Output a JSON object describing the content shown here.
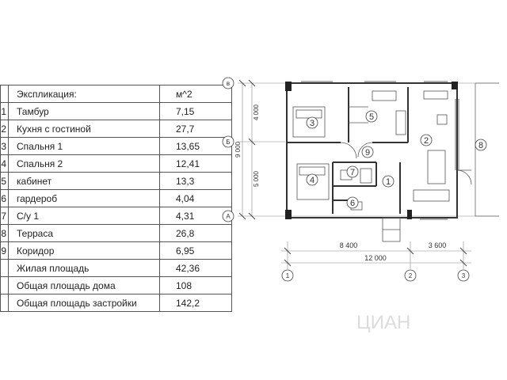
{
  "table": {
    "header": {
      "name": "Экспликация:",
      "unit": "м^2"
    },
    "rows": [
      {
        "num": "1",
        "name": "Тамбур",
        "value": "7,15"
      },
      {
        "num": "2",
        "name": "Кухня с гостиной",
        "value": "27,7"
      },
      {
        "num": "3",
        "name": "Спальня 1",
        "value": "13,65"
      },
      {
        "num": "4",
        "name": "Спальня 2",
        "value": "12,41"
      },
      {
        "num": "5",
        "name": "кабинет",
        "value": "13,3"
      },
      {
        "num": "6",
        "name": "гардероб",
        "value": "4,04"
      },
      {
        "num": "7",
        "name": "С/у 1",
        "value": "4,31"
      },
      {
        "num": "8",
        "name": "Терраса",
        "value": "26,8"
      },
      {
        "num": "9",
        "name": "Коридор",
        "value": "6,95"
      }
    ],
    "totals": [
      {
        "name": "Жилая площадь",
        "value": "42,36"
      },
      {
        "name": "Общая площадь дома",
        "value": "108"
      },
      {
        "name": "Общая площадь застройки",
        "value": "142,2"
      }
    ]
  },
  "plan": {
    "row_axes": [
      "в",
      "Б",
      "А"
    ],
    "col_axes": [
      "1",
      "2",
      "3"
    ],
    "vertical_dims": {
      "top": "4 000",
      "bottom": "5 000",
      "total": "9 000"
    },
    "horizontal_dims": {
      "left": "8 400",
      "right": "3 600",
      "total": "12 000"
    },
    "room_labels": [
      "1",
      "2",
      "3",
      "4",
      "5",
      "6",
      "7",
      "8",
      "9"
    ]
  },
  "watermark": "ЦИАН"
}
